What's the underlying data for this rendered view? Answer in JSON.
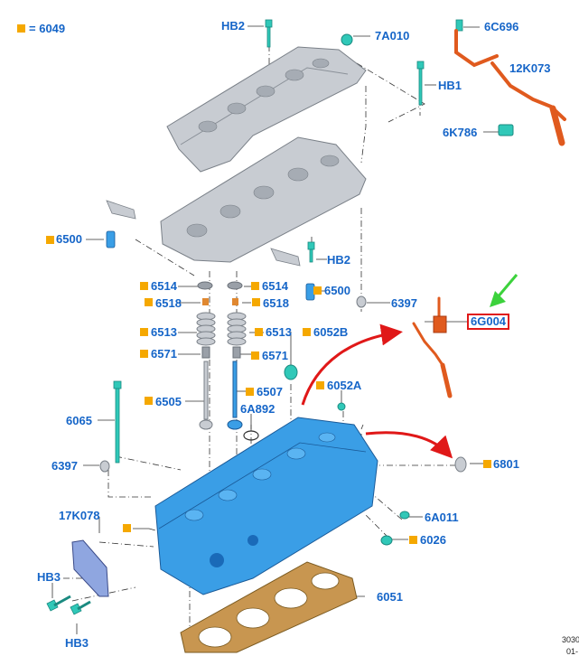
{
  "legend": {
    "code": "6049",
    "equals": "="
  },
  "labels": {
    "hb2_top": "HB2",
    "a7a010": "7A010",
    "c6c696": "6C696",
    "k12k073": "12K073",
    "hb1": "HB1",
    "k6k786": "6K786",
    "p6500_l": "6500",
    "hb2_mid": "HB2",
    "p6514_l": "6514",
    "p6514_r": "6514",
    "p6500_r": "6500",
    "p6518_l": "6518",
    "p6518_r": "6518",
    "p6397_r": "6397",
    "g6g004": "6G004",
    "p6513_l": "6513",
    "p6513_r": "6513",
    "p6052b": "6052B",
    "p6571_l": "6571",
    "p6571_r": "6571",
    "p6505": "6505",
    "p6507": "6507",
    "p6052a": "6052A",
    "p6a892": "6A892",
    "p6065": "6065",
    "p6397_l": "6397",
    "p6801": "6801",
    "k17k078": "17K078",
    "p6a011": "6A011",
    "p6026": "6026",
    "hb3_a": "HB3",
    "p6051": "6051",
    "hb3_b": "HB3"
  },
  "footer": {
    "line1": "3030",
    "line2": "01-"
  },
  "colors": {
    "label_blue": "#1565c8",
    "marker_orange": "#f5a800",
    "callout_red": "#e01818",
    "pointer_green": "#3cd23c",
    "part_blue": "#3a9ee6",
    "part_orange": "#e05a1e",
    "part_gray": "#c8ccd2",
    "gasket_tan": "#c89650",
    "fastener_teal": "#30c8b8"
  }
}
